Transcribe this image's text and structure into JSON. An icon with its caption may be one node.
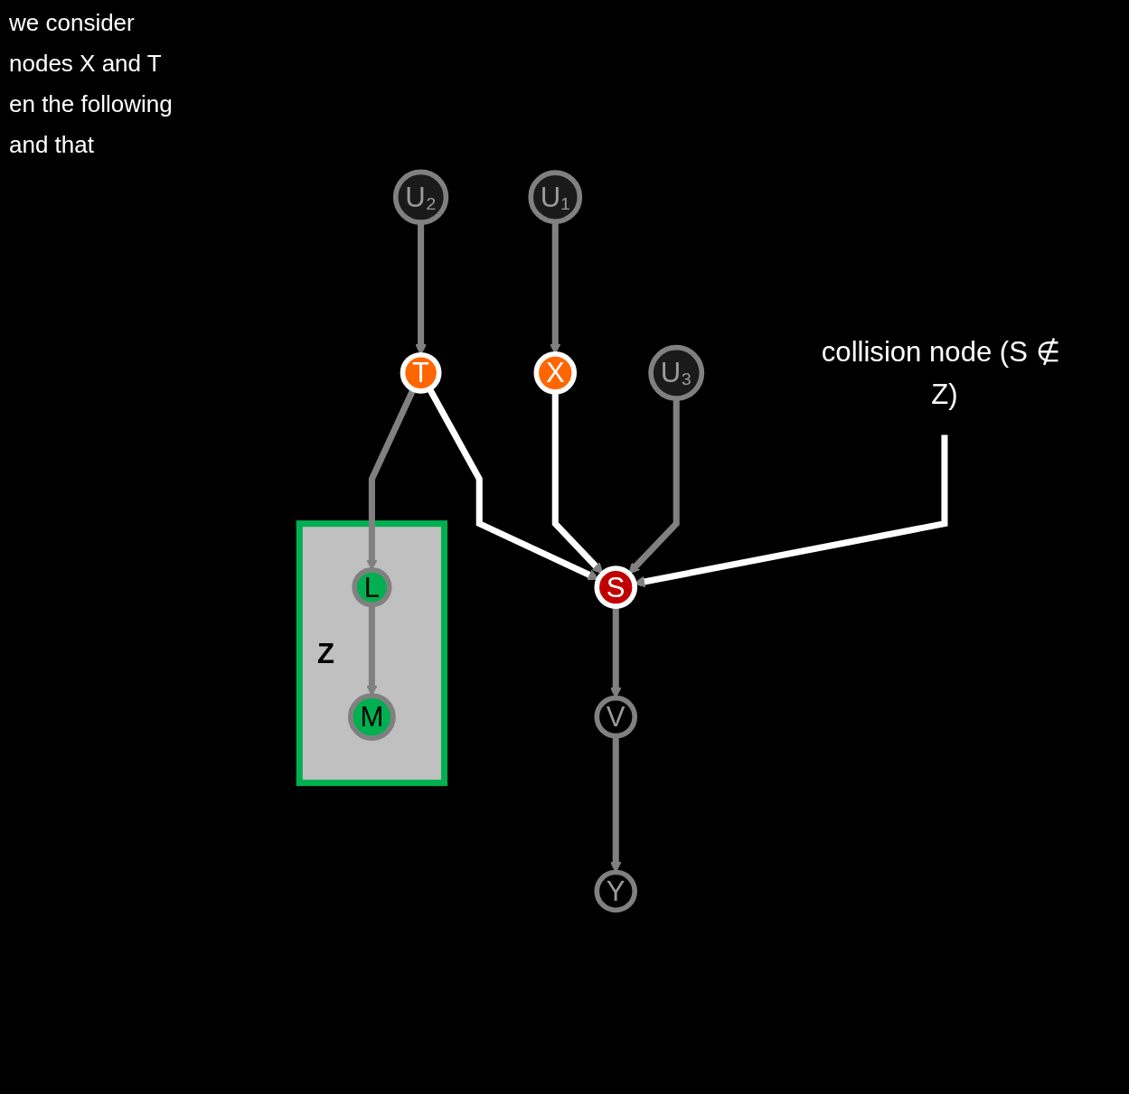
{
  "diagram": {
    "nodes": [
      {
        "text": [
          "U₁"
        ]
      },
      {
        "text": [
          "X"
        ]
      },
      {
        "text": [
          "U₂"
        ]
      },
      {
        "text": [
          "T"
        ]
      },
      {
        "text": [
          "U₃"
        ]
      },
      {
        "text": [
          "S"
        ]
      },
      {
        "text": [
          "collision node (S ∉ Z)"
        ]
      },
      {
        "text": [
          "V"
        ]
      },
      {
        "text": [
          "Y"
        ]
      },
      {
        "text": [
          "Z"
        ]
      },
      {
        "text": [
          "L"
        ],
        "in": 9
      },
      {
        "text": [
          "M"
        ],
        "in": 9
      }
    ],
    "edges": [
      {
        "from": 0,
        "to": 1,
        "arrow": "to"
      },
      {
        "from": 2,
        "to": 3,
        "arrow": "to"
      },
      {
        "from": 1,
        "to": 5,
        "arrow": "to",
        "color": "#ffffff"
      },
      {
        "from": 3,
        "to": 5,
        "arrow": "to",
        "color": "#ffffff"
      },
      {
        "from": 4,
        "to": 5,
        "arrow": "to"
      },
      {
        "from": 3,
        "to": 10,
        "arrow": "to"
      },
      {
        "from": 6,
        "to": 5,
        "arrow": "to",
        "color": "#ffffff"
      },
      {
        "from": 5,
        "to": 7,
        "arrow": "to"
      },
      {
        "from": 7,
        "to": 8,
        "arrow": "to"
      },
      {
        "from": 10,
        "to": 11,
        "arrow": "to"
      }
    ],
    "labels": [
      "we consider",
      "nodes X and T",
      "en the following",
      "and that"
    ]
  }
}
